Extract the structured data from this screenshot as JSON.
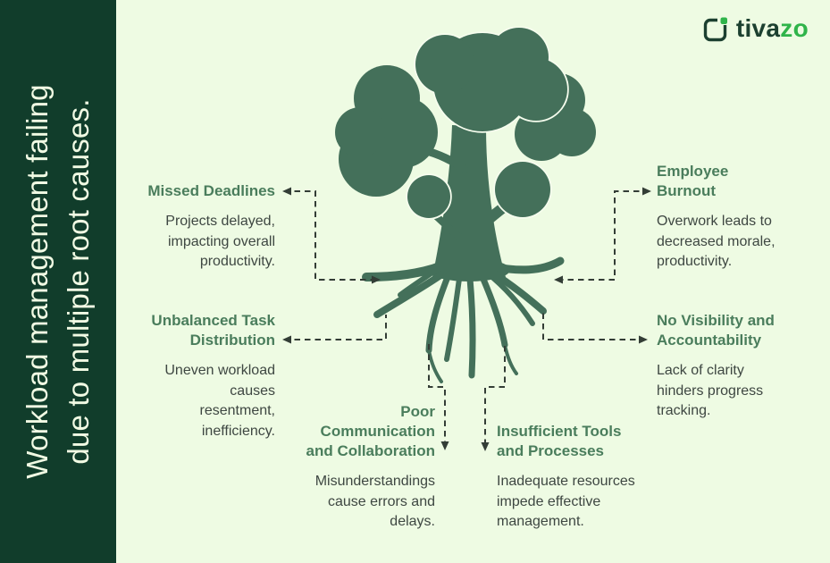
{
  "sidebar": {
    "title_line1": "Workload management failing",
    "title_line2": "due to multiple root causes."
  },
  "logo": {
    "brand_prefix": "tiva",
    "brand_suffix": "zo"
  },
  "colors": {
    "background": "#eefbe3",
    "sidebar_bg": "#113d2b",
    "sidebar_text": "#f1fbe4",
    "heading_green": "#4a7d5c",
    "body_text": "#3e4742",
    "tree_green": "#44705a",
    "connector": "#333d36",
    "logo_dark": "#1c4030",
    "logo_green": "#2fb44a"
  },
  "causes": [
    {
      "id": "missed-deadlines",
      "title": "Missed Deadlines",
      "description": "Projects delayed, impacting overall productivity."
    },
    {
      "id": "employee-burnout",
      "title": "Employee Burnout",
      "description": "Overwork leads to decreased morale, productivity."
    },
    {
      "id": "unbalanced-task-distribution",
      "title": "Unbalanced Task Distribution",
      "description": "Uneven workload causes resentment, inefficiency."
    },
    {
      "id": "no-visibility-and-accountability",
      "title": "No Visibility and Accountability",
      "description": "Lack of clarity hinders progress tracking."
    },
    {
      "id": "poor-communication-and-collaboration",
      "title": "Poor Communication and Collaboration",
      "description": "Misunderstandings cause errors and delays."
    },
    {
      "id": "insufficient-tools-and-processes",
      "title": "Insufficient Tools and Processes",
      "description": "Inadequate resources impede effective management."
    }
  ]
}
